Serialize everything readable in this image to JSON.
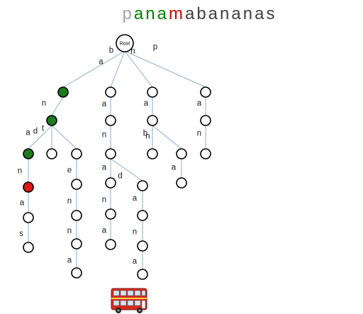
{
  "title": {
    "letters": [
      {
        "ch": "p",
        "color": "#a6a6a6"
      },
      {
        "ch": "a",
        "color": "#008000"
      },
      {
        "ch": "n",
        "color": "#008000"
      },
      {
        "ch": "a",
        "color": "#008000"
      },
      {
        "ch": "m",
        "color": "#d00000"
      },
      {
        "ch": "a",
        "color": "#404040"
      },
      {
        "ch": "b",
        "color": "#404040"
      },
      {
        "ch": "a",
        "color": "#404040"
      },
      {
        "ch": "n",
        "color": "#404040"
      },
      {
        "ch": "a",
        "color": "#404040"
      },
      {
        "ch": "n",
        "color": "#404040"
      },
      {
        "ch": "a",
        "color": "#404040"
      },
      {
        "ch": "s",
        "color": "#404040"
      }
    ]
  },
  "colors": {
    "matched": "#1e7a1e",
    "mismatch": "#e01818",
    "default": "#ffffff",
    "edge": "#8eaed0"
  },
  "trie": {
    "root_label": "Root",
    "nodes": [
      {
        "id": "root",
        "label": "Root"
      },
      {
        "id": "a1",
        "parent": "root",
        "edge": "a",
        "state": "matched"
      },
      {
        "id": "b1",
        "parent": "root",
        "edge": "b"
      },
      {
        "id": "n1",
        "parent": "root",
        "edge": "n"
      },
      {
        "id": "p1",
        "parent": "root",
        "edge": "p"
      },
      {
        "id": "an",
        "parent": "a1",
        "edge": "n",
        "state": "matched"
      },
      {
        "id": "ana",
        "parent": "an",
        "edge": "a",
        "state": "matched"
      },
      {
        "id": "and",
        "parent": "an",
        "edge": "d"
      },
      {
        "id": "ant",
        "parent": "an",
        "edge": "t"
      },
      {
        "id": "anan",
        "parent": "ana",
        "edge": "n",
        "state": "mismatch"
      },
      {
        "id": "anana",
        "parent": "anan",
        "edge": "a"
      },
      {
        "id": "ananas",
        "parent": "anana",
        "edge": "s"
      },
      {
        "id": "ante",
        "parent": "ant",
        "edge": "e"
      },
      {
        "id": "anten",
        "parent": "ante",
        "edge": "n"
      },
      {
        "id": "antenn",
        "parent": "anten",
        "edge": "n"
      },
      {
        "id": "antenna",
        "parent": "antenn",
        "edge": "a"
      },
      {
        "id": "ba",
        "parent": "b1",
        "edge": "a"
      },
      {
        "id": "ban",
        "parent": "ba",
        "edge": "n"
      },
      {
        "id": "bana",
        "parent": "ban",
        "edge": "a"
      },
      {
        "id": "band",
        "parent": "ban",
        "edge": "d"
      },
      {
        "id": "banan",
        "parent": "bana",
        "edge": "n"
      },
      {
        "id": "banana",
        "parent": "banan",
        "edge": "a"
      },
      {
        "id": "banda",
        "parent": "band",
        "edge": "a"
      },
      {
        "id": "bandan",
        "parent": "banda",
        "edge": "n"
      },
      {
        "id": "bandana",
        "parent": "bandan",
        "edge": "a"
      },
      {
        "id": "na",
        "parent": "n1",
        "edge": "a"
      },
      {
        "id": "nab",
        "parent": "na",
        "edge": "b"
      },
      {
        "id": "nan",
        "parent": "na",
        "edge": "n"
      },
      {
        "id": "nana",
        "parent": "nan",
        "edge": "a"
      },
      {
        "id": "pa",
        "parent": "p1",
        "edge": "a"
      },
      {
        "id": "pan",
        "parent": "pa",
        "edge": "n"
      }
    ]
  }
}
